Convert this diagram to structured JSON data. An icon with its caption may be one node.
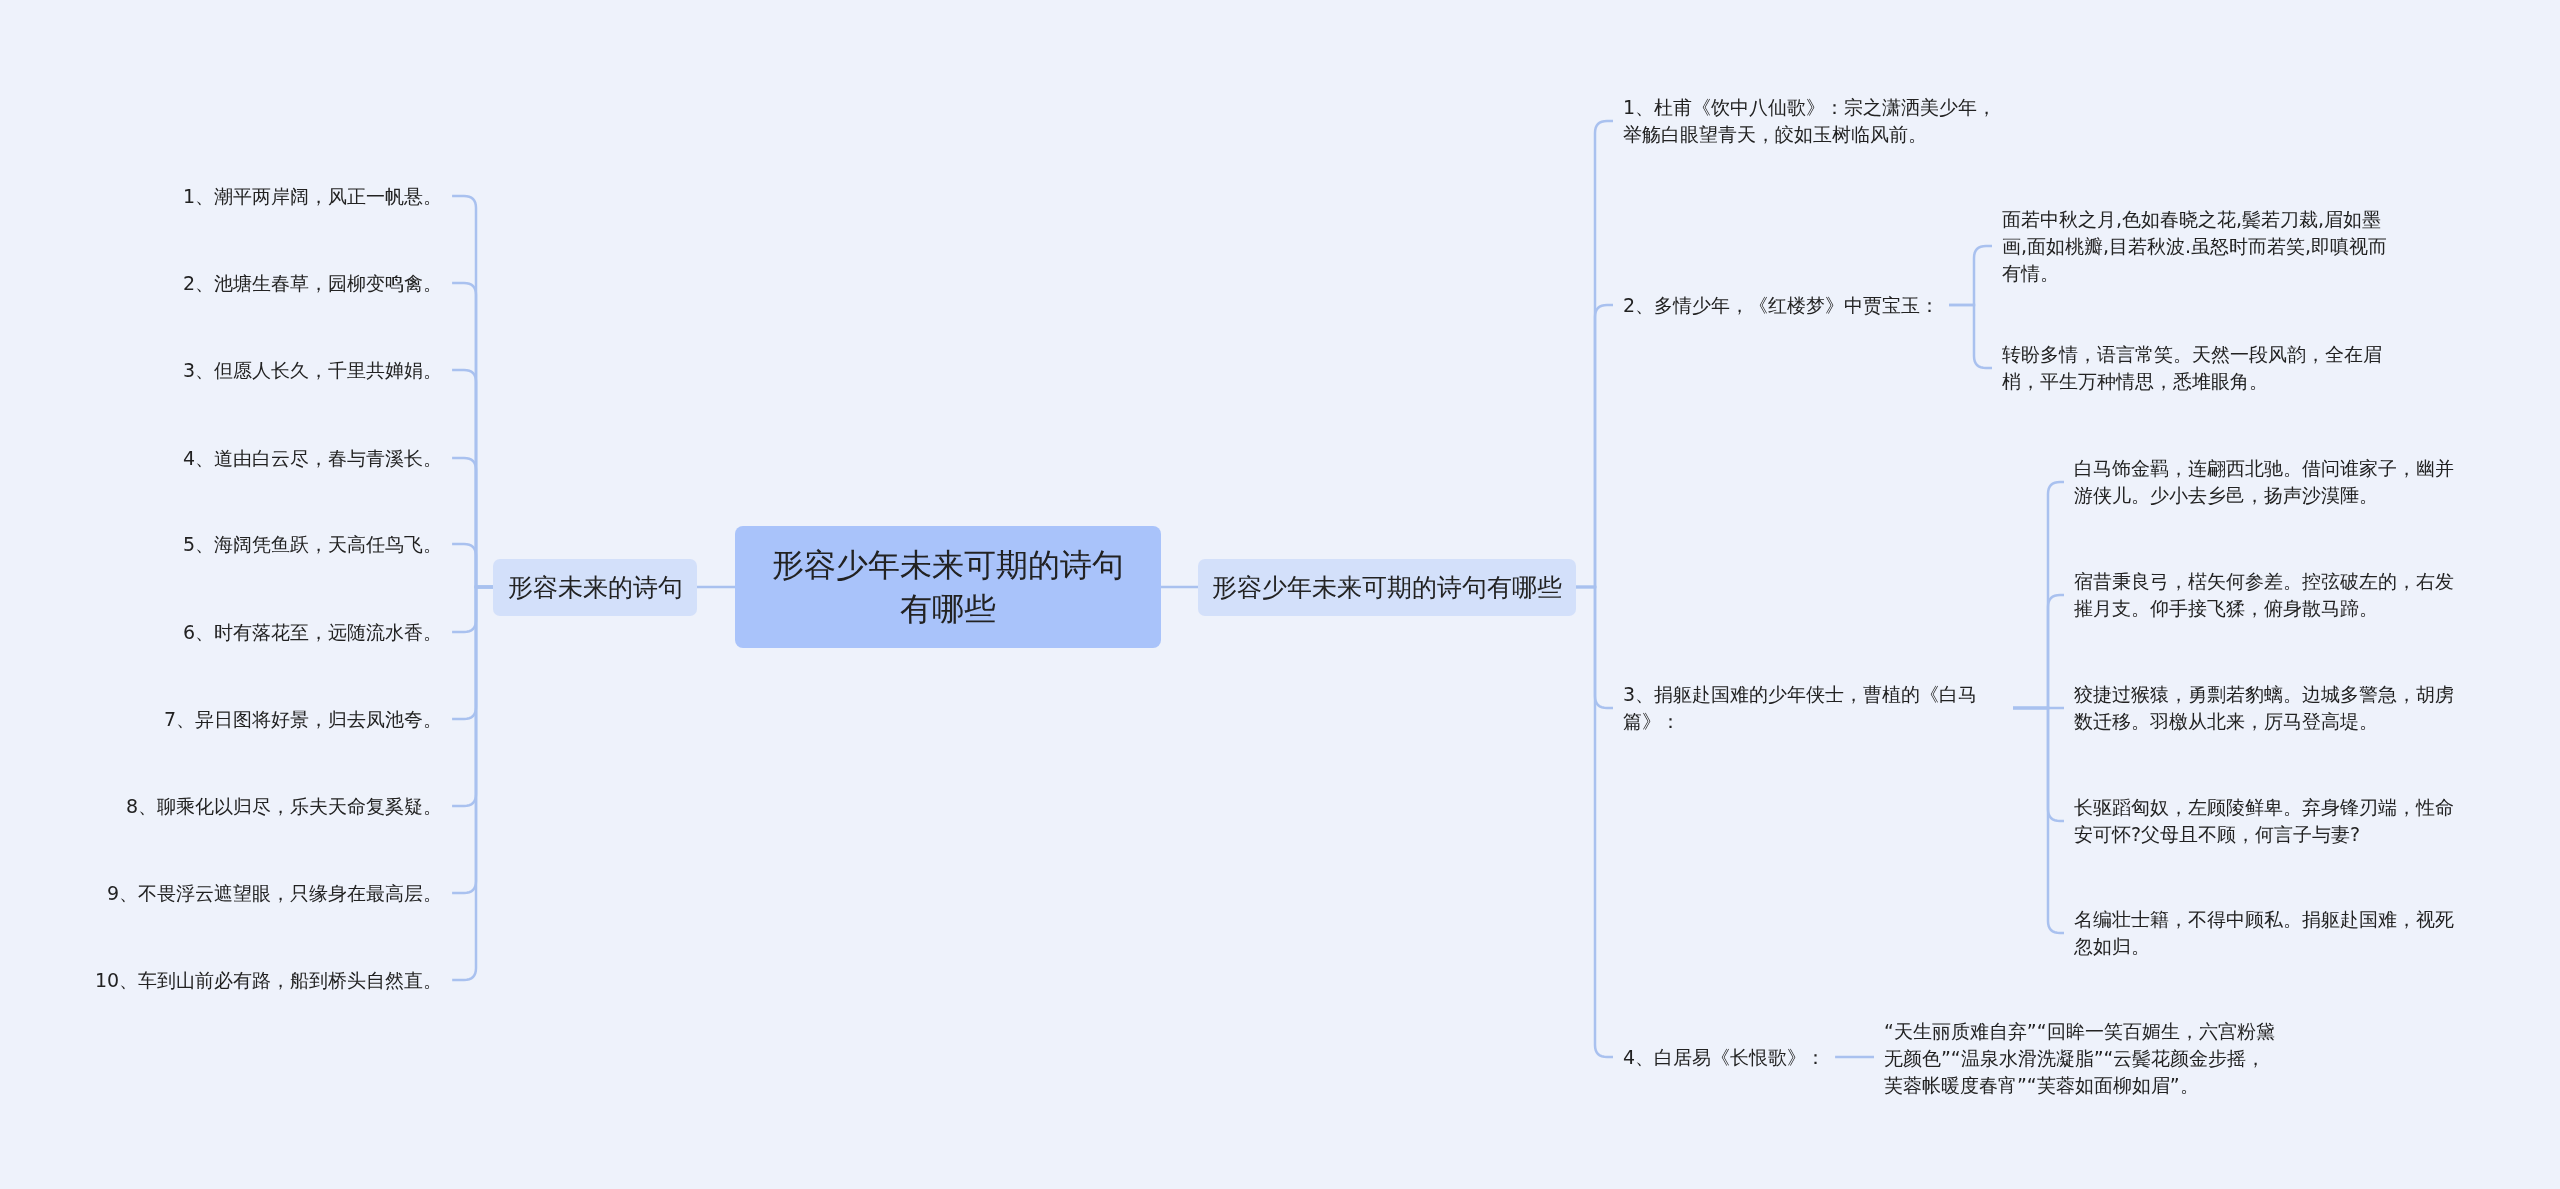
{
  "diagram": {
    "nodes": [
      {
        "text": [
          "形容少年未来可期的诗句有哪些"
        ]
      },
      {
        "text": [
          "形容未来的诗句"
        ]
      },
      {
        "text": [
          "1、潮平两岸阔，风正一帆悬。"
        ]
      },
      {
        "text": [
          "2、池塘生春草，园柳变鸣禽。"
        ]
      },
      {
        "text": [
          "3、但愿人长久，千里共婵娟。"
        ]
      },
      {
        "text": [
          "4、道由白云尽，春与青溪长。"
        ]
      },
      {
        "text": [
          "5、海阔凭鱼跃，天高任鸟飞。"
        ]
      },
      {
        "text": [
          "6、时有落花至，远随流水香。"
        ]
      },
      {
        "text": [
          "7、异日图将好景，归去凤池夸。"
        ]
      },
      {
        "text": [
          "8、聊乘化以归尽，乐夫天命复奚疑。"
        ]
      },
      {
        "text": [
          "9、不畏浮云遮望眼，只缘身在最高层。"
        ]
      },
      {
        "text": [
          "10、车到山前必有路，船到桥头自然直。"
        ]
      },
      {
        "text": [
          "形容少年未来可期的诗句有哪些"
        ]
      },
      {
        "text": [
          "1、杜甫《饮中八仙歌》：宗之潇洒美少年，举觞白眼望青天，皎如玉树临风前。"
        ]
      },
      {
        "text": [
          "2、多情少年，《红楼梦》中贾宝玉："
        ]
      },
      {
        "text": [
          "面若中秋之月,色如春晓之花,鬓若刀裁,眉如墨画,面如桃瓣,目若秋波.虽怒时而若笑,即嗔视而有情。"
        ]
      },
      {
        "text": [
          "转盼多情，语言常笑。天然一段风韵，全在眉梢，平生万种情思，悉堆眼角。"
        ]
      },
      {
        "text": [
          "3、捐躯赴国难的少年侠士，曹植的《白马篇》："
        ]
      },
      {
        "text": [
          "白马饰金羁，连翩西北驰。借问谁家子，幽并游侠儿。少小去乡邑，扬声沙漠陲。"
        ]
      },
      {
        "text": [
          "宿昔秉良弓，楛矢何参差。控弦破左的，右发摧月支。仰手接飞猱，俯身散马蹄。"
        ]
      },
      {
        "text": [
          "狡捷过猴猿，勇剽若豹螭。边城多警急，胡虏数迁移。羽檄从北来，厉马登高堤。"
        ]
      },
      {
        "text": [
          "长驱蹈匈奴，左顾陵鲜卑。弃身锋刃端，性命安可怀?父母且不顾，何言子与妻?"
        ]
      },
      {
        "text": [
          "名编壮士籍，不得中顾私。捐躯赴国难，视死忽如归。"
        ]
      },
      {
        "text": [
          "4、白居易《长恨歌》："
        ]
      },
      {
        "text": [
          "“天生丽质难自弃”“回眸一笑百媚生，六宫粉黛无颜色”“温泉水滑洗凝脂”“云鬓花颜金步摇，芙蓉帐暖度春宵”“芙蓉如面柳如眉”。"
        ]
      }
    ],
    "edges": [
      {
        "from": 0,
        "to": 1,
        "arrow": "none"
      },
      {
        "from": 1,
        "to": 2,
        "arrow": "none"
      },
      {
        "from": 1,
        "to": 3,
        "arrow": "none"
      },
      {
        "from": 1,
        "to": 4,
        "arrow": "none"
      },
      {
        "from": 1,
        "to": 5,
        "arrow": "none"
      },
      {
        "from": 1,
        "to": 6,
        "arrow": "none"
      },
      {
        "from": 1,
        "to": 7,
        "arrow": "none"
      },
      {
        "from": 1,
        "to": 8,
        "arrow": "none"
      },
      {
        "from": 1,
        "to": 9,
        "arrow": "none"
      },
      {
        "from": 1,
        "to": 10,
        "arrow": "none"
      },
      {
        "from": 1,
        "to": 11,
        "arrow": "none"
      },
      {
        "from": 0,
        "to": 12,
        "arrow": "none"
      },
      {
        "from": 12,
        "to": 13,
        "arrow": "none"
      },
      {
        "from": 12,
        "to": 14,
        "arrow": "none"
      },
      {
        "from": 14,
        "to": 15,
        "arrow": "none"
      },
      {
        "from": 14,
        "to": 16,
        "arrow": "none"
      },
      {
        "from": 12,
        "to": 17,
        "arrow": "none"
      },
      {
        "from": 17,
        "to": 18,
        "arrow": "none"
      },
      {
        "from": 17,
        "to": 19,
        "arrow": "none"
      },
      {
        "from": 17,
        "to": 20,
        "arrow": "none"
      },
      {
        "from": 17,
        "to": 21,
        "arrow": "none"
      },
      {
        "from": 17,
        "to": 22,
        "arrow": "none"
      },
      {
        "from": 12,
        "to": 23,
        "arrow": "none"
      },
      {
        "from": 23,
        "to": 24,
        "arrow": "none"
      }
    ]
  }
}
